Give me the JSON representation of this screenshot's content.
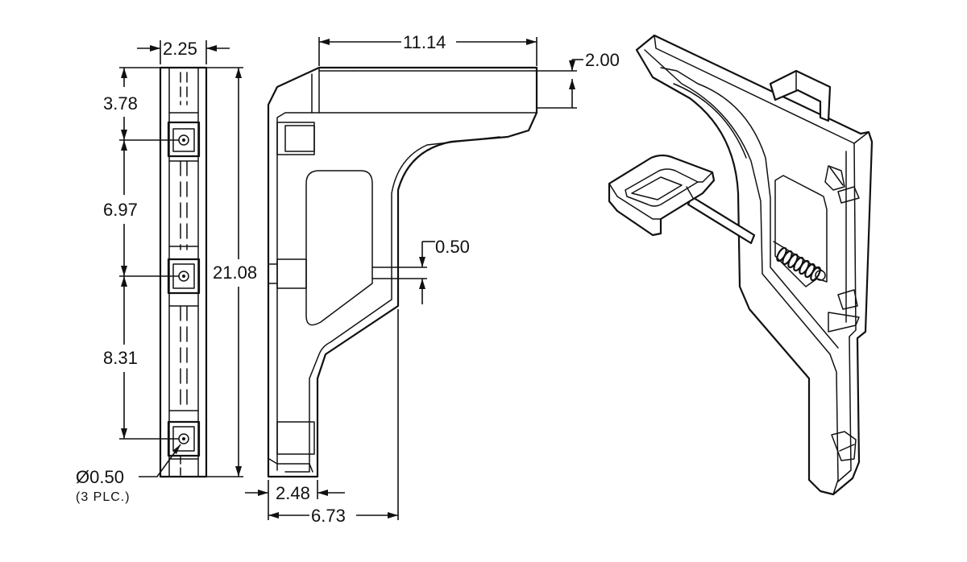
{
  "dimensions": {
    "side_width": "2.25",
    "top_offset": "3.78",
    "hole_spacing_1": "6.97",
    "hole_spacing_2": "8.31",
    "overall_height": "21.08",
    "hole_diameter": "Ø0.50",
    "hole_count_note": "(3 PLC.)",
    "top_arm_length": "11.14",
    "arm_thickness": "2.00",
    "wall_thickness": "0.50",
    "foot_width": "2.48",
    "base_depth": "6.73"
  }
}
